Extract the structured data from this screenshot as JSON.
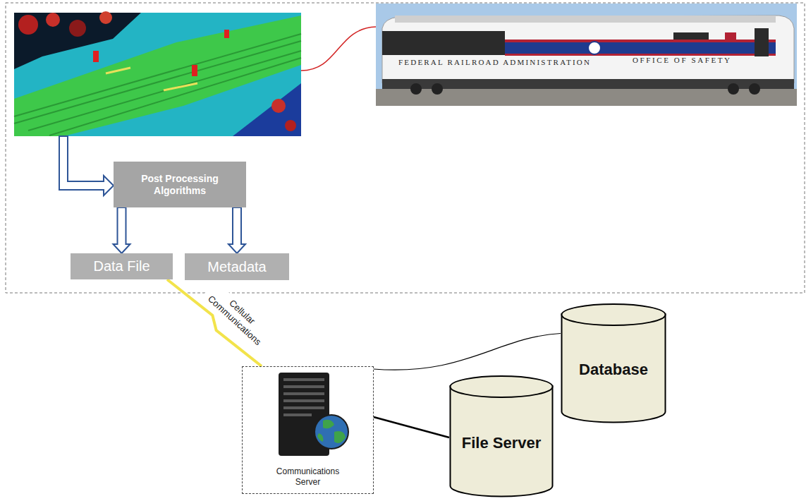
{
  "diagram": {
    "nodes": [
      {
        "text": [
          "Post Processing Algorithms"
        ]
      },
      {
        "text": [
          "Data File"
        ]
      },
      {
        "text": [
          "Metadata"
        ]
      },
      {
        "text": [
          "Database"
        ]
      },
      {
        "text": [
          "Communications Server"
        ]
      },
      {
        "text": [
          "File Server"
        ]
      }
    ],
    "edges": [
      {
        "from": 0,
        "to": 1,
        "arrow": "to"
      },
      {
        "from": 0,
        "to": 2,
        "arrow": "to"
      },
      {
        "from": 1,
        "to": 4,
        "label": "Cellular Communications",
        "arrow": "none"
      },
      {
        "from": 4,
        "to": 3,
        "arrow": "none"
      },
      {
        "from": 4,
        "to": 5,
        "arrow": "none"
      }
    ],
    "labels": [
      "FEDERAL RAILROAD ADMINISTRATION",
      "OFFICE OF SAFETY"
    ]
  }
}
